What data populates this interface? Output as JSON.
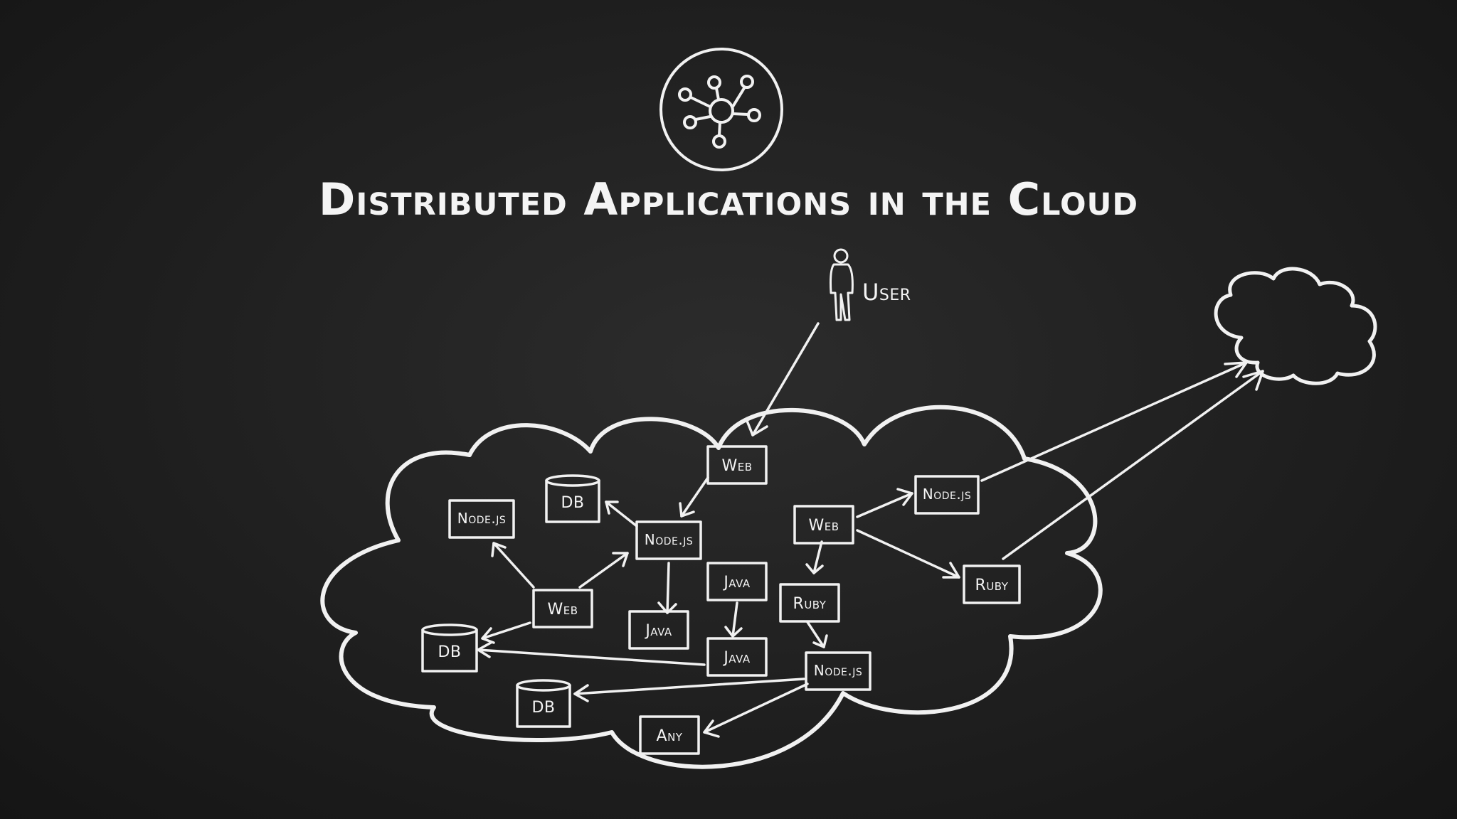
{
  "title": "Distributed Applications in the Cloud",
  "user_label": "User",
  "icon": "network-hub-icon",
  "nodes": {
    "web_top": "Web",
    "db_top": "DB",
    "nodejs_left": "Node.js",
    "nodejs_center": "Node.js",
    "web_left": "Web",
    "db_left": "DB",
    "java_mid": "Java",
    "java_top": "Java",
    "java_bottom": "Java",
    "db_bottom": "DB",
    "any": "Any",
    "web_right": "Web",
    "ruby_mid": "Ruby",
    "nodejs_bottom": "Node.js",
    "nodejs_right": "Node.js",
    "ruby_right": "Ruby"
  },
  "colors": {
    "background": "#222222",
    "chalk": "#f1f1f1"
  }
}
